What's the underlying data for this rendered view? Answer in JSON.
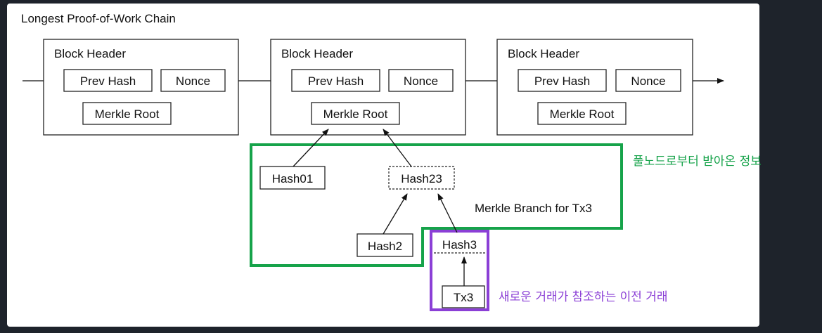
{
  "title": "Longest Proof-of-Work Chain",
  "blocks": [
    {
      "header": "Block Header",
      "prev_hash": "Prev Hash",
      "nonce": "Nonce",
      "merkle_root": "Merkle Root"
    },
    {
      "header": "Block Header",
      "prev_hash": "Prev Hash",
      "nonce": "Nonce",
      "merkle_root": "Merkle Root"
    },
    {
      "header": "Block Header",
      "prev_hash": "Prev Hash",
      "nonce": "Nonce",
      "merkle_root": "Merkle Root"
    }
  ],
  "nodes": {
    "hash01": "Hash01",
    "hash23": "Hash23",
    "hash2": "Hash2",
    "hash3": "Hash3",
    "tx3": "Tx3"
  },
  "branch_label": "Merkle Branch for Tx3",
  "annotations": {
    "full_node_info": "풀노드로부터 받아온 정보",
    "referenced_tx": "새로운 거래가 참조하는 이전 거래"
  },
  "colors": {
    "background": "#1e232b",
    "panel": "#ffffff",
    "green_highlight": "#16a34a",
    "purple_highlight": "#8b3fd6"
  }
}
